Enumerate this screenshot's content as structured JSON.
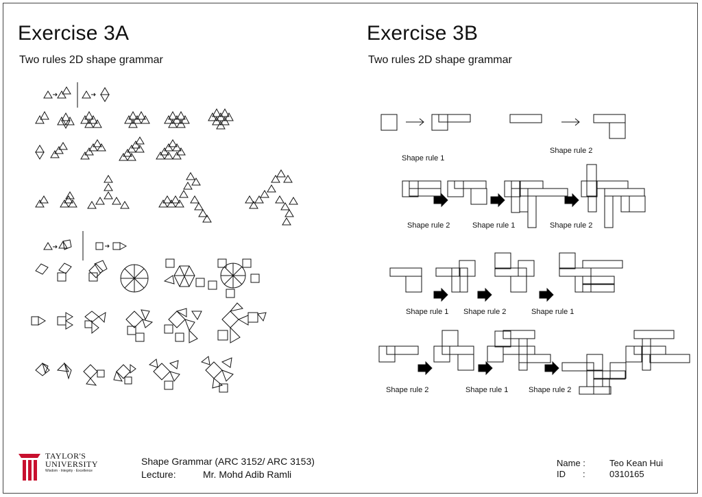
{
  "left": {
    "title": "Exercise 3A",
    "subtitle": "Two rules 2D shape grammar"
  },
  "right": {
    "title": "Exercise 3B",
    "subtitle": "Two rules 2D shape grammar",
    "labels": [
      "Shape rule 1",
      "Shape rule 2",
      "Shape rule 2",
      "Shape rule 1",
      "Shape rule 2",
      "Shape rule 1",
      "Shape rule 2",
      "Shape rule 1",
      "Shape rule 2",
      "Shape rule 1",
      "Shape rule 2"
    ]
  },
  "footer": {
    "logo_line1": "TAYLOR'S",
    "logo_line2": "UNIVERSITY",
    "logo_tagline": "Wisdom · Integrity · Excellence",
    "course": "Shape Grammar (ARC 3152/ ARC 3153)",
    "lecture_label": "Lecture:",
    "lecturer": "Mr. Mohd Adib Ramli",
    "name_label": "Name :",
    "name_value": "Teo Kean Hui",
    "id_label": "ID",
    "id_colon": ":",
    "id_value": "0310165"
  },
  "colors": {
    "logo_red": "#c8102e",
    "line": "#111111"
  }
}
